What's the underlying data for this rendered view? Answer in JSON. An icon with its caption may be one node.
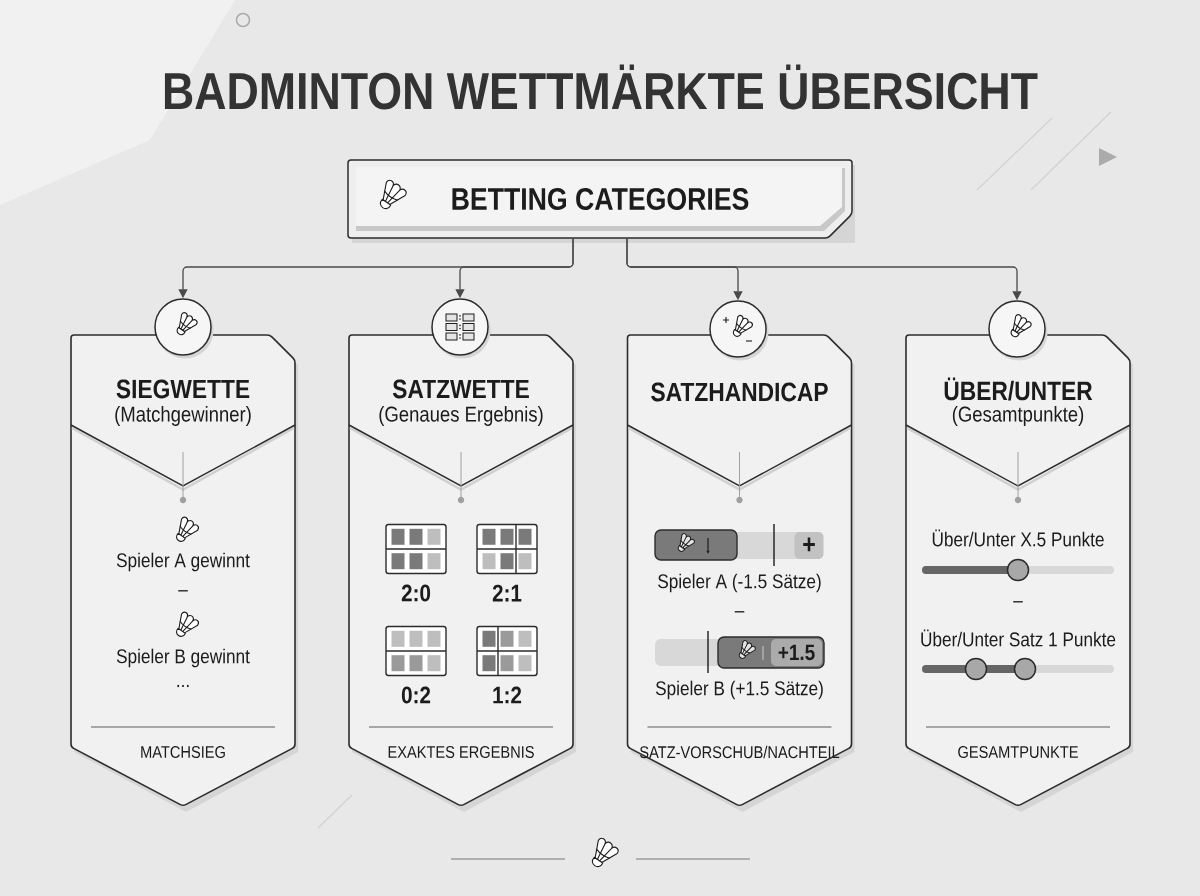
{
  "diagram": {
    "title": "BADMINTON WETTMÄRKTE ÜBERSICHT",
    "nodes": [
      {
        "text": [
          "BETTING CATEGORIES"
        ]
      },
      {
        "text": [],
        "shape": "circle"
      },
      {
        "text": [
          "SIEGWETTE",
          "(Matchgewinner)",
          "Spieler A gewinnt",
          "–",
          "Spieler B gewinnt",
          "...",
          "MATCHSIEG"
        ]
      },
      {
        "text": [],
        "shape": "circle"
      },
      {
        "text": [
          "SATZWETTE",
          "(Genaues Ergebnis)",
          "2:0",
          "2:1",
          "0:2",
          "1:2",
          "EXAKTES ERGEBNIS"
        ]
      },
      {
        "text": [],
        "shape": "circle"
      },
      {
        "text": [
          "SATZHANDICAP",
          "Spieler A (-1.5 Sätze)",
          "–",
          "Spieler B (+1.5 Sätze)",
          "SATZ-VORSCHUB/NACHTEIL"
        ]
      },
      {
        "text": [
          "+"
        ],
        "in": 6
      },
      {
        "text": [
          "+1.5"
        ],
        "in": 6
      },
      {
        "text": [],
        "shape": "circle"
      },
      {
        "text": [
          "ÜBER/UNTER",
          "(Gesamtpunkte)",
          "Über/Unter X.5 Punkte",
          "–",
          "Über/Unter Satz 1 Punkte",
          "GESAMTPUNKTE"
        ]
      }
    ],
    "edges": [
      {
        "from": 0,
        "to": 1,
        "arrow": "to"
      },
      {
        "from": 0,
        "to": 3,
        "arrow": "to"
      },
      {
        "from": 0,
        "to": 5,
        "arrow": "to"
      },
      {
        "from": 0,
        "to": 9,
        "arrow": "to"
      }
    ]
  }
}
